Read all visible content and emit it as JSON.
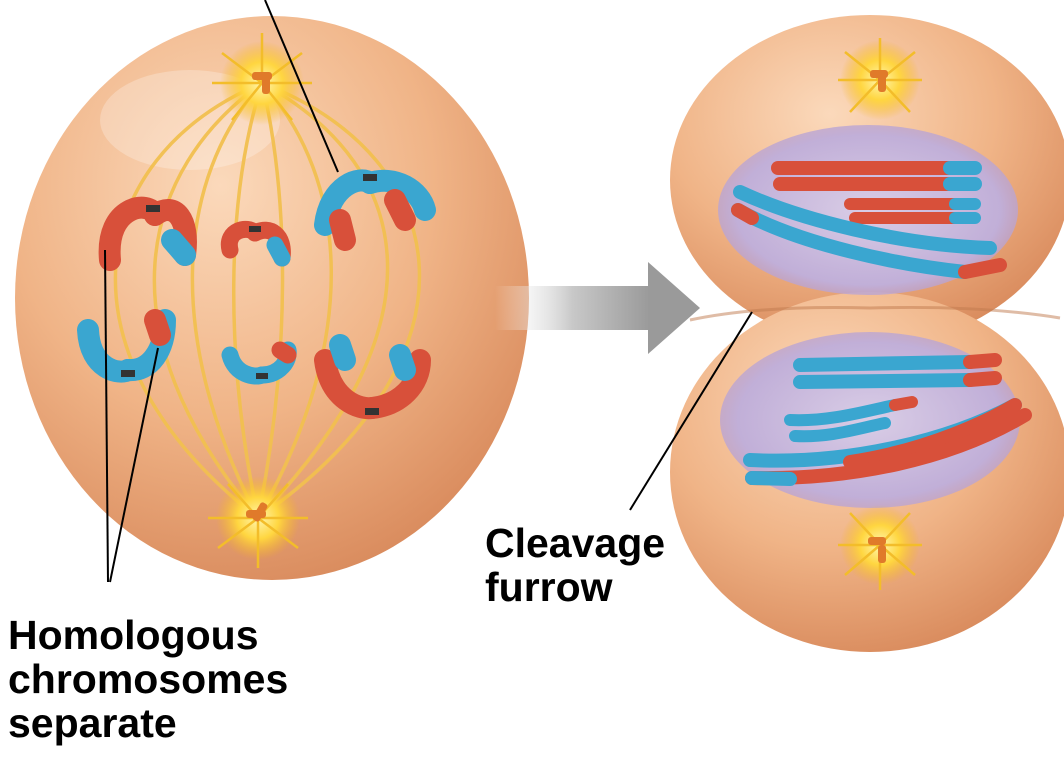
{
  "labels": {
    "cleavage_line1": "Cleavage",
    "cleavage_line2": "furrow",
    "homologous_line1": "Homologous",
    "homologous_line2": "chromosomes",
    "homologous_line3": "separate"
  },
  "colors": {
    "cell": "#eeab7f",
    "cell_highlight": "#f9d3b1",
    "spindle": "#f2c050",
    "centrosome": "#ffd840",
    "chromatid_red": "#d8503a",
    "chromatid_blue": "#3aa6d0",
    "nucleus": "#b7a4d3",
    "arrow": "#a8a8a8",
    "leader_line": "#000000"
  }
}
